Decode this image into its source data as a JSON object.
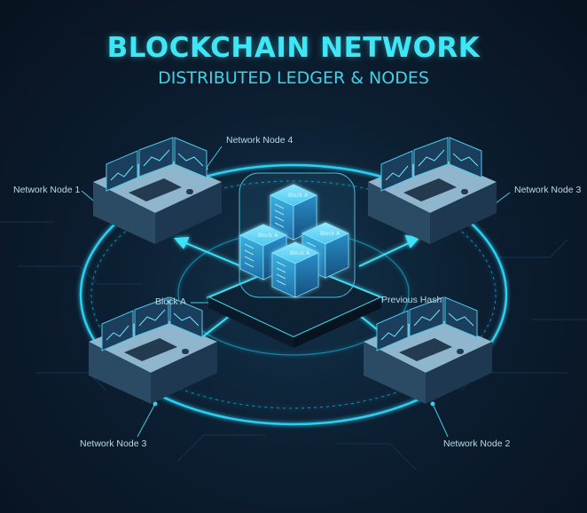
{
  "header": {
    "title": "BLOCKCHAIN NETWORK",
    "subtitle": "DISTRIBUTED LEDGER & NODES"
  },
  "labels": {
    "node_top_center": "Network Node 4",
    "node_top_left": "Network Node 1",
    "node_top_right": "Network Node 3",
    "block_a": "Block A",
    "previous_hash": "Previous Hash",
    "node_bottom_left": "Network Node 3",
    "node_bottom_right": "Network Node 2"
  },
  "cubes": [
    "Block A",
    "Block A",
    "Block A",
    "Block A"
  ],
  "colors": {
    "accent": "#3fe6f5",
    "background": "#0b1626",
    "glow": "#22c8f0"
  }
}
